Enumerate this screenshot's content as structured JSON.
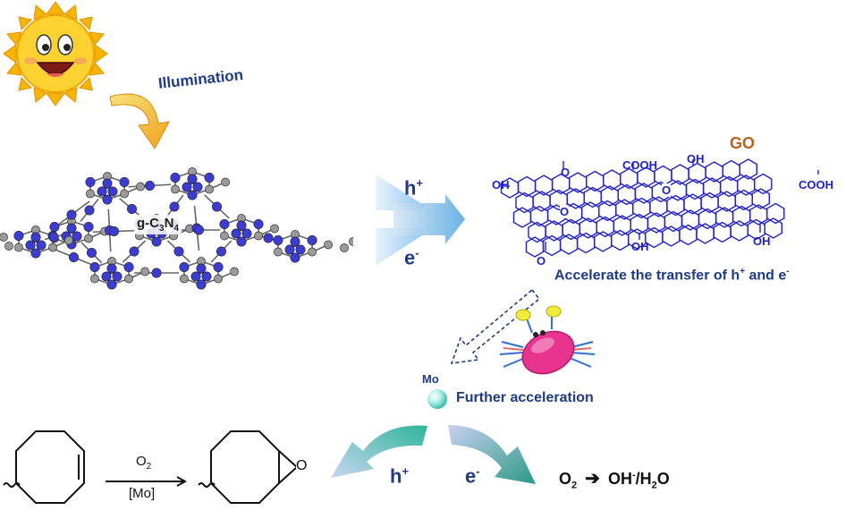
{
  "labels": {
    "illumination": "Illumination",
    "catalyst": "g-C",
    "catalyst_sub1": "3",
    "catalyst_mid": "N",
    "catalyst_sub2": "4",
    "hole": "h",
    "electron": "e",
    "plus": "+",
    "minus": "-",
    "go": "GO",
    "accelerate": "Accelerate the transfer of h",
    "accelerate_and": " and e",
    "mo": "Mo",
    "further": "Further acceleration",
    "o2_product": "O",
    "o2_sub": "2",
    "product_rest": "OH",
    "product_tail": "/H",
    "h2o_sub": "2",
    "h2o_o": "O",
    "reagent": "O",
    "reagent_sub": "2",
    "catalyst_mo": "[Mo]",
    "epoxide_o": "O"
  },
  "go_groups": {
    "oh_top_left": "OH",
    "o_top": "O",
    "cooh_top": "COOH",
    "oh_top": "OH",
    "cooh_right": "COOH",
    "o_mid_left": "O",
    "o_mid_right": "O",
    "o_bottom": "O",
    "oh_bottom_mid": "OH",
    "oh_bottom_right": "OH"
  },
  "colors": {
    "text_blue": "#1e3a8a",
    "go_orange": "#b5651d",
    "nitrogen": "#3b3bd6",
    "carbon": "#9a9a9a",
    "go_line": "#1f1fd1",
    "sun": "#f7c21b",
    "crab": "#e8338f"
  }
}
